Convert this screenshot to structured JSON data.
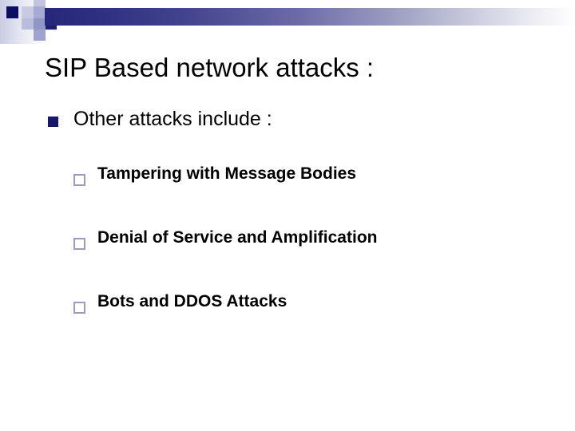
{
  "slide": {
    "title": "SIP Based network attacks :",
    "decoration": {
      "band_icon": "gradient-band",
      "corner_icon": "checker-squares-motif",
      "colors": {
        "band_dark": "#26277a",
        "band_light": "#ffffff",
        "navy_square": "#17176b",
        "pale_lavender": "#c9cce4",
        "mid_lavender": "#9ea2cf",
        "hollow_bullet_border": "#9b9bc0",
        "background": "#ffffff",
        "text": "#000000"
      }
    },
    "body": {
      "level1": [
        {
          "text": "Other attacks include :",
          "bullet_icon": "filled-square-bullet",
          "children": [
            {
              "text": "Tampering with Message Bodies",
              "bullet_icon": "hollow-square-bullet"
            },
            {
              "text": "Denial of Service and Amplification",
              "bullet_icon": "hollow-square-bullet"
            },
            {
              "text": "Bots and DDOS Attacks",
              "bullet_icon": "hollow-square-bullet"
            }
          ]
        }
      ]
    }
  }
}
